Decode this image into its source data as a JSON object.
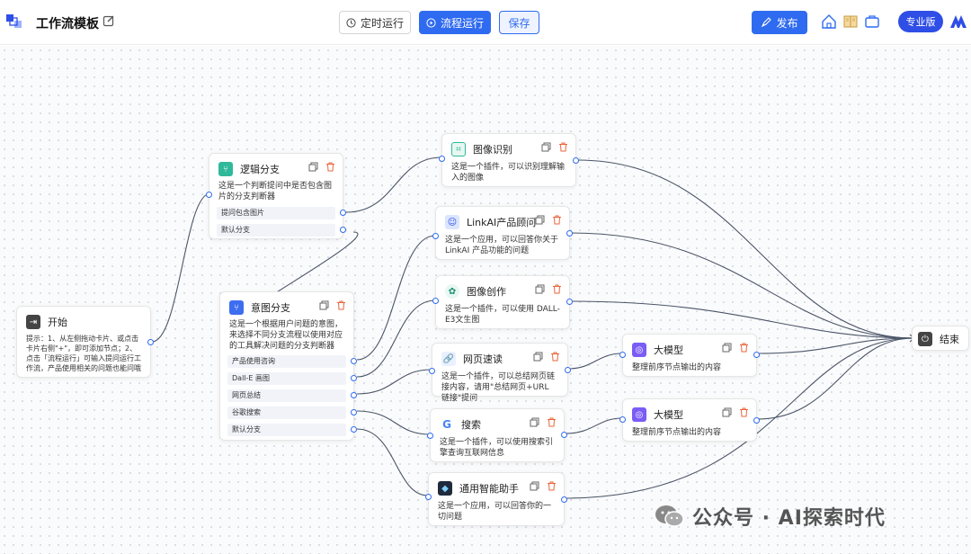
{
  "header": {
    "title": "工作流模板",
    "scheduled_run_label": "定时运行",
    "flow_run_label": "流程运行",
    "save_label": "保存",
    "publish_label": "发布",
    "pro_label": "专业版"
  },
  "colors": {
    "accent": "#2f6bf0",
    "pro": "#2f4ee6",
    "edge": "#4a5568",
    "delete": "#e8643c"
  },
  "nodes": {
    "start": {
      "title": "开始",
      "desc": "提示：1、从左侧拖动卡片、或点击卡片右侧\"+\"，即可添加节点；2、点击「流程运行」可输入提问运行工作流，产品使用相关的问题也能问哦"
    },
    "logic_branch": {
      "title": "逻辑分支",
      "desc": "这是一个判断提问中是否包含图片的分支判断器",
      "branches": [
        "提问包含图片",
        "默认分支"
      ]
    },
    "intent_branch": {
      "title": "意图分支",
      "desc": "这是一个根据用户问题的意图，来选择不同分支流程以使用对应的工具解决问题的分支判断器",
      "branches": [
        "产品使用咨询",
        "Dall-E 画图",
        "网页总结",
        "谷歌搜索",
        "默认分支"
      ]
    },
    "image_recognition": {
      "title": "图像识别",
      "desc": "这是一个插件，可以识别理解输入的图像"
    },
    "linkai_advisor": {
      "title": "LinkAI产品顾问",
      "desc": "这是一个应用，可以回答你关于LinkAI 产品功能的问题"
    },
    "image_creation": {
      "title": "图像创作",
      "desc": "这是一个插件，可以使用 DALL-E3文生图"
    },
    "web_reader": {
      "title": "网页速读",
      "desc": "这是一个插件，可以总结网页链接内容，请用\"总结网页+URL 链接\"提问"
    },
    "search": {
      "title": "搜索",
      "desc": "这是一个插件，可以使用搜索引擎查询互联网信息"
    },
    "general_assistant": {
      "title": "通用智能助手",
      "desc": "这是一个应用，可以回答你的一切问题"
    },
    "llm_1": {
      "title": "大模型",
      "desc": "整理前序节点输出的内容"
    },
    "llm_2": {
      "title": "大模型",
      "desc": "整理前序节点输出的内容"
    },
    "end": {
      "title": "结束"
    }
  },
  "watermark": {
    "text": "公众号 · AI探索时代"
  },
  "icons": {
    "logo": "workflow-logo-icon",
    "edit": "edit-icon",
    "clock": "clock-icon",
    "play": "play-icon",
    "rocket": "rocket-icon",
    "home": "home-icon",
    "book": "book-icon",
    "briefcase": "briefcase-icon",
    "brand": "brand-logo-icon",
    "copy": "copy-icon",
    "delete": "trash-icon"
  }
}
